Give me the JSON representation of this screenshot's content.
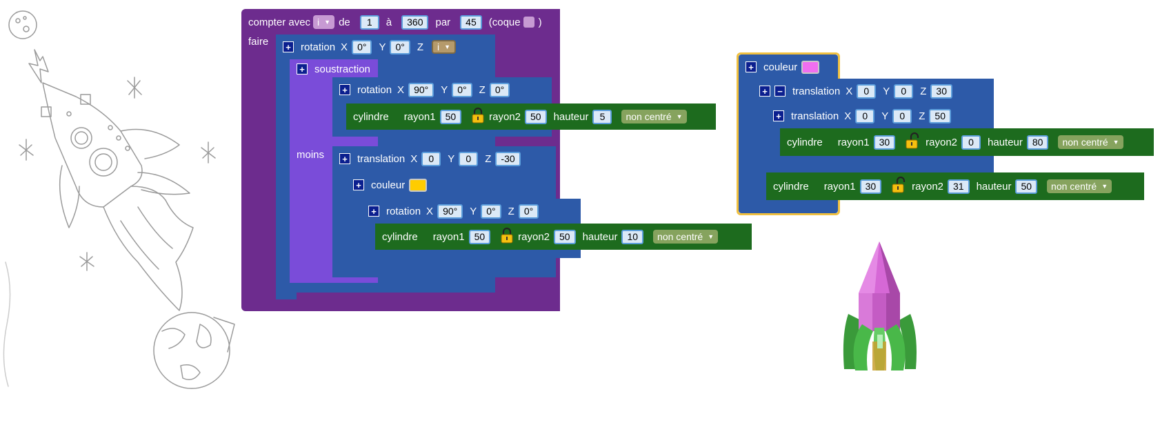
{
  "colors": {
    "loop": "#6d2c8e",
    "boolean_op": "#7a4cd9",
    "transform": "#2d5aa8",
    "shape": "#1d6b1e",
    "field_bg": "#dbe9f7",
    "field_border": "#5b9ddb",
    "dropdown": "#86a35e",
    "yellow": "#ffcc00",
    "pink": "#f06ef0",
    "selection": "#f0c040"
  },
  "loop": {
    "label_count": "compter avec",
    "var": "i",
    "label_from": "de",
    "from": "1",
    "label_to": "à",
    "to": "360",
    "label_by": "par",
    "by": "45",
    "label_hull": "(coque",
    "label_hull_end": ")",
    "label_do": "faire"
  },
  "rot1": {
    "label": "rotation",
    "x": "0°",
    "y": "0°",
    "z_var": "i"
  },
  "sub": {
    "label": "soustraction",
    "minus_label": "moins"
  },
  "rot2": {
    "label": "rotation",
    "x": "90°",
    "y": "0°",
    "z": "0°"
  },
  "cyl1": {
    "label": "cylindre",
    "r1_label": "rayon1",
    "r1": "50",
    "r2_label": "rayon2",
    "r2": "50",
    "h_label": "hauteur",
    "h": "5",
    "centered": "non centré"
  },
  "trans1": {
    "label": "translation",
    "x": "0",
    "y": "0",
    "z": "-30"
  },
  "color1": {
    "label": "couleur"
  },
  "rot3": {
    "label": "rotation",
    "x": "90°",
    "y": "0°",
    "z": "0°"
  },
  "cyl2": {
    "label": "cylindre",
    "r1_label": "rayon1",
    "r1": "50",
    "r2_label": "rayon2",
    "r2": "50",
    "h_label": "hauteur",
    "h": "10",
    "centered": "non centré"
  },
  "color2": {
    "label": "couleur"
  },
  "trans2": {
    "label": "translation",
    "x": "0",
    "y": "0",
    "z": "30"
  },
  "trans3": {
    "label": "translation",
    "x": "0",
    "y": "0",
    "z": "50"
  },
  "cyl3": {
    "label": "cylindre",
    "r1_label": "rayon1",
    "r1": "30",
    "r2_label": "rayon2",
    "r2": "0",
    "h_label": "hauteur",
    "h": "80",
    "centered": "non centré"
  },
  "cyl4": {
    "label": "cylindre",
    "r1_label": "rayon1",
    "r1": "30",
    "r2_label": "rayon2",
    "r2": "31",
    "h_label": "hauteur",
    "h": "50",
    "centered": "non centré"
  },
  "axes": {
    "x": "X",
    "y": "Y",
    "z": "Z"
  },
  "icons": {
    "mutator": "plus-icon",
    "remove": "minus-icon",
    "lock": "lock-icon",
    "unlock": "unlock-icon",
    "dropdown": "chevron-down-icon"
  },
  "symbols": {
    "plus": "+",
    "minus": "−",
    "caret": "▼"
  }
}
